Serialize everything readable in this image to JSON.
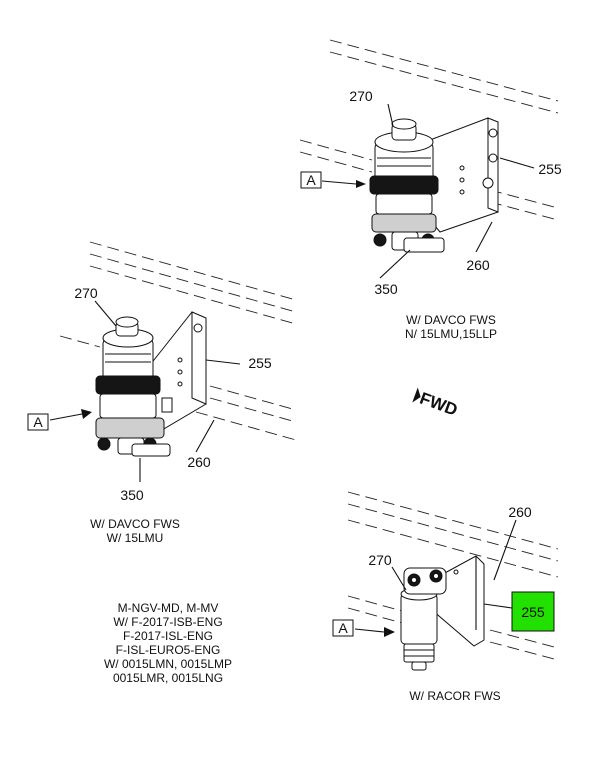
{
  "views": {
    "top_right": {
      "parts": {
        "p270": "270",
        "p255": "255",
        "p260": "260",
        "p350": "350",
        "ref": "A"
      },
      "caption": [
        "W/ DAVCO FWS",
        "N/ 15LMU,15LLP"
      ]
    },
    "left": {
      "parts": {
        "p270": "270",
        "p255": "255",
        "p260": "260",
        "p350": "350",
        "ref": "A"
      },
      "caption": [
        "W/ DAVCO FWS",
        "W/ 15LMU"
      ]
    },
    "bottom_right": {
      "parts": {
        "p270": "270",
        "p260": "260",
        "p255": "255",
        "ref": "A"
      },
      "caption": [
        "W/ RACOR FWS"
      ]
    }
  },
  "fwd_marker": "FWD",
  "applicability": [
    "M-NGV-MD, M-MV",
    "W/ F-2017-ISB-ENG",
    "F-2017-ISL-ENG",
    "F-ISL-EURO5-ENG",
    "W/ 0015LMN, 0015LMP",
    "0015LMR, 0015LNG"
  ],
  "highlight": {
    "part": "255",
    "color": "#22e000"
  }
}
